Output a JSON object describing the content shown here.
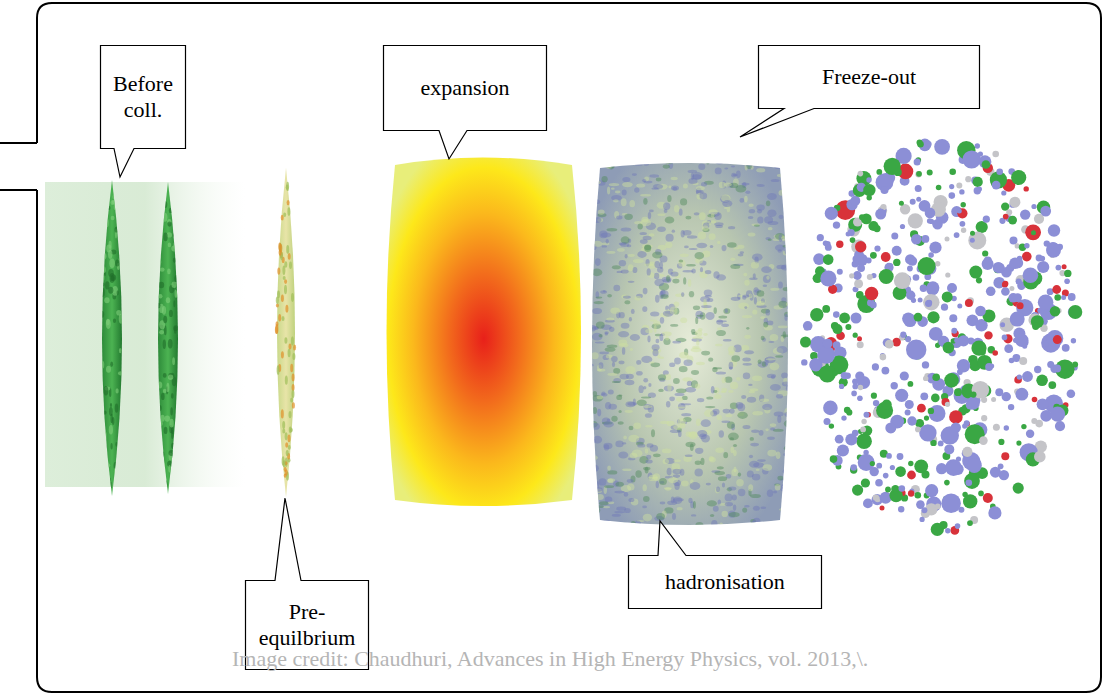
{
  "diagram": {
    "caption": "Image credit: Chaudhuri, Advances in High Energy Physics, vol. 2013,\\.",
    "nodes": [
      {
        "text": [
          "Before coll."
        ]
      },
      {
        "text": [
          "Pre- equilbrium"
        ]
      },
      {
        "text": [
          "expansion"
        ]
      },
      {
        "text": [
          "hadronisation"
        ]
      },
      {
        "text": [
          "Freeze-out"
        ]
      }
    ]
  }
}
